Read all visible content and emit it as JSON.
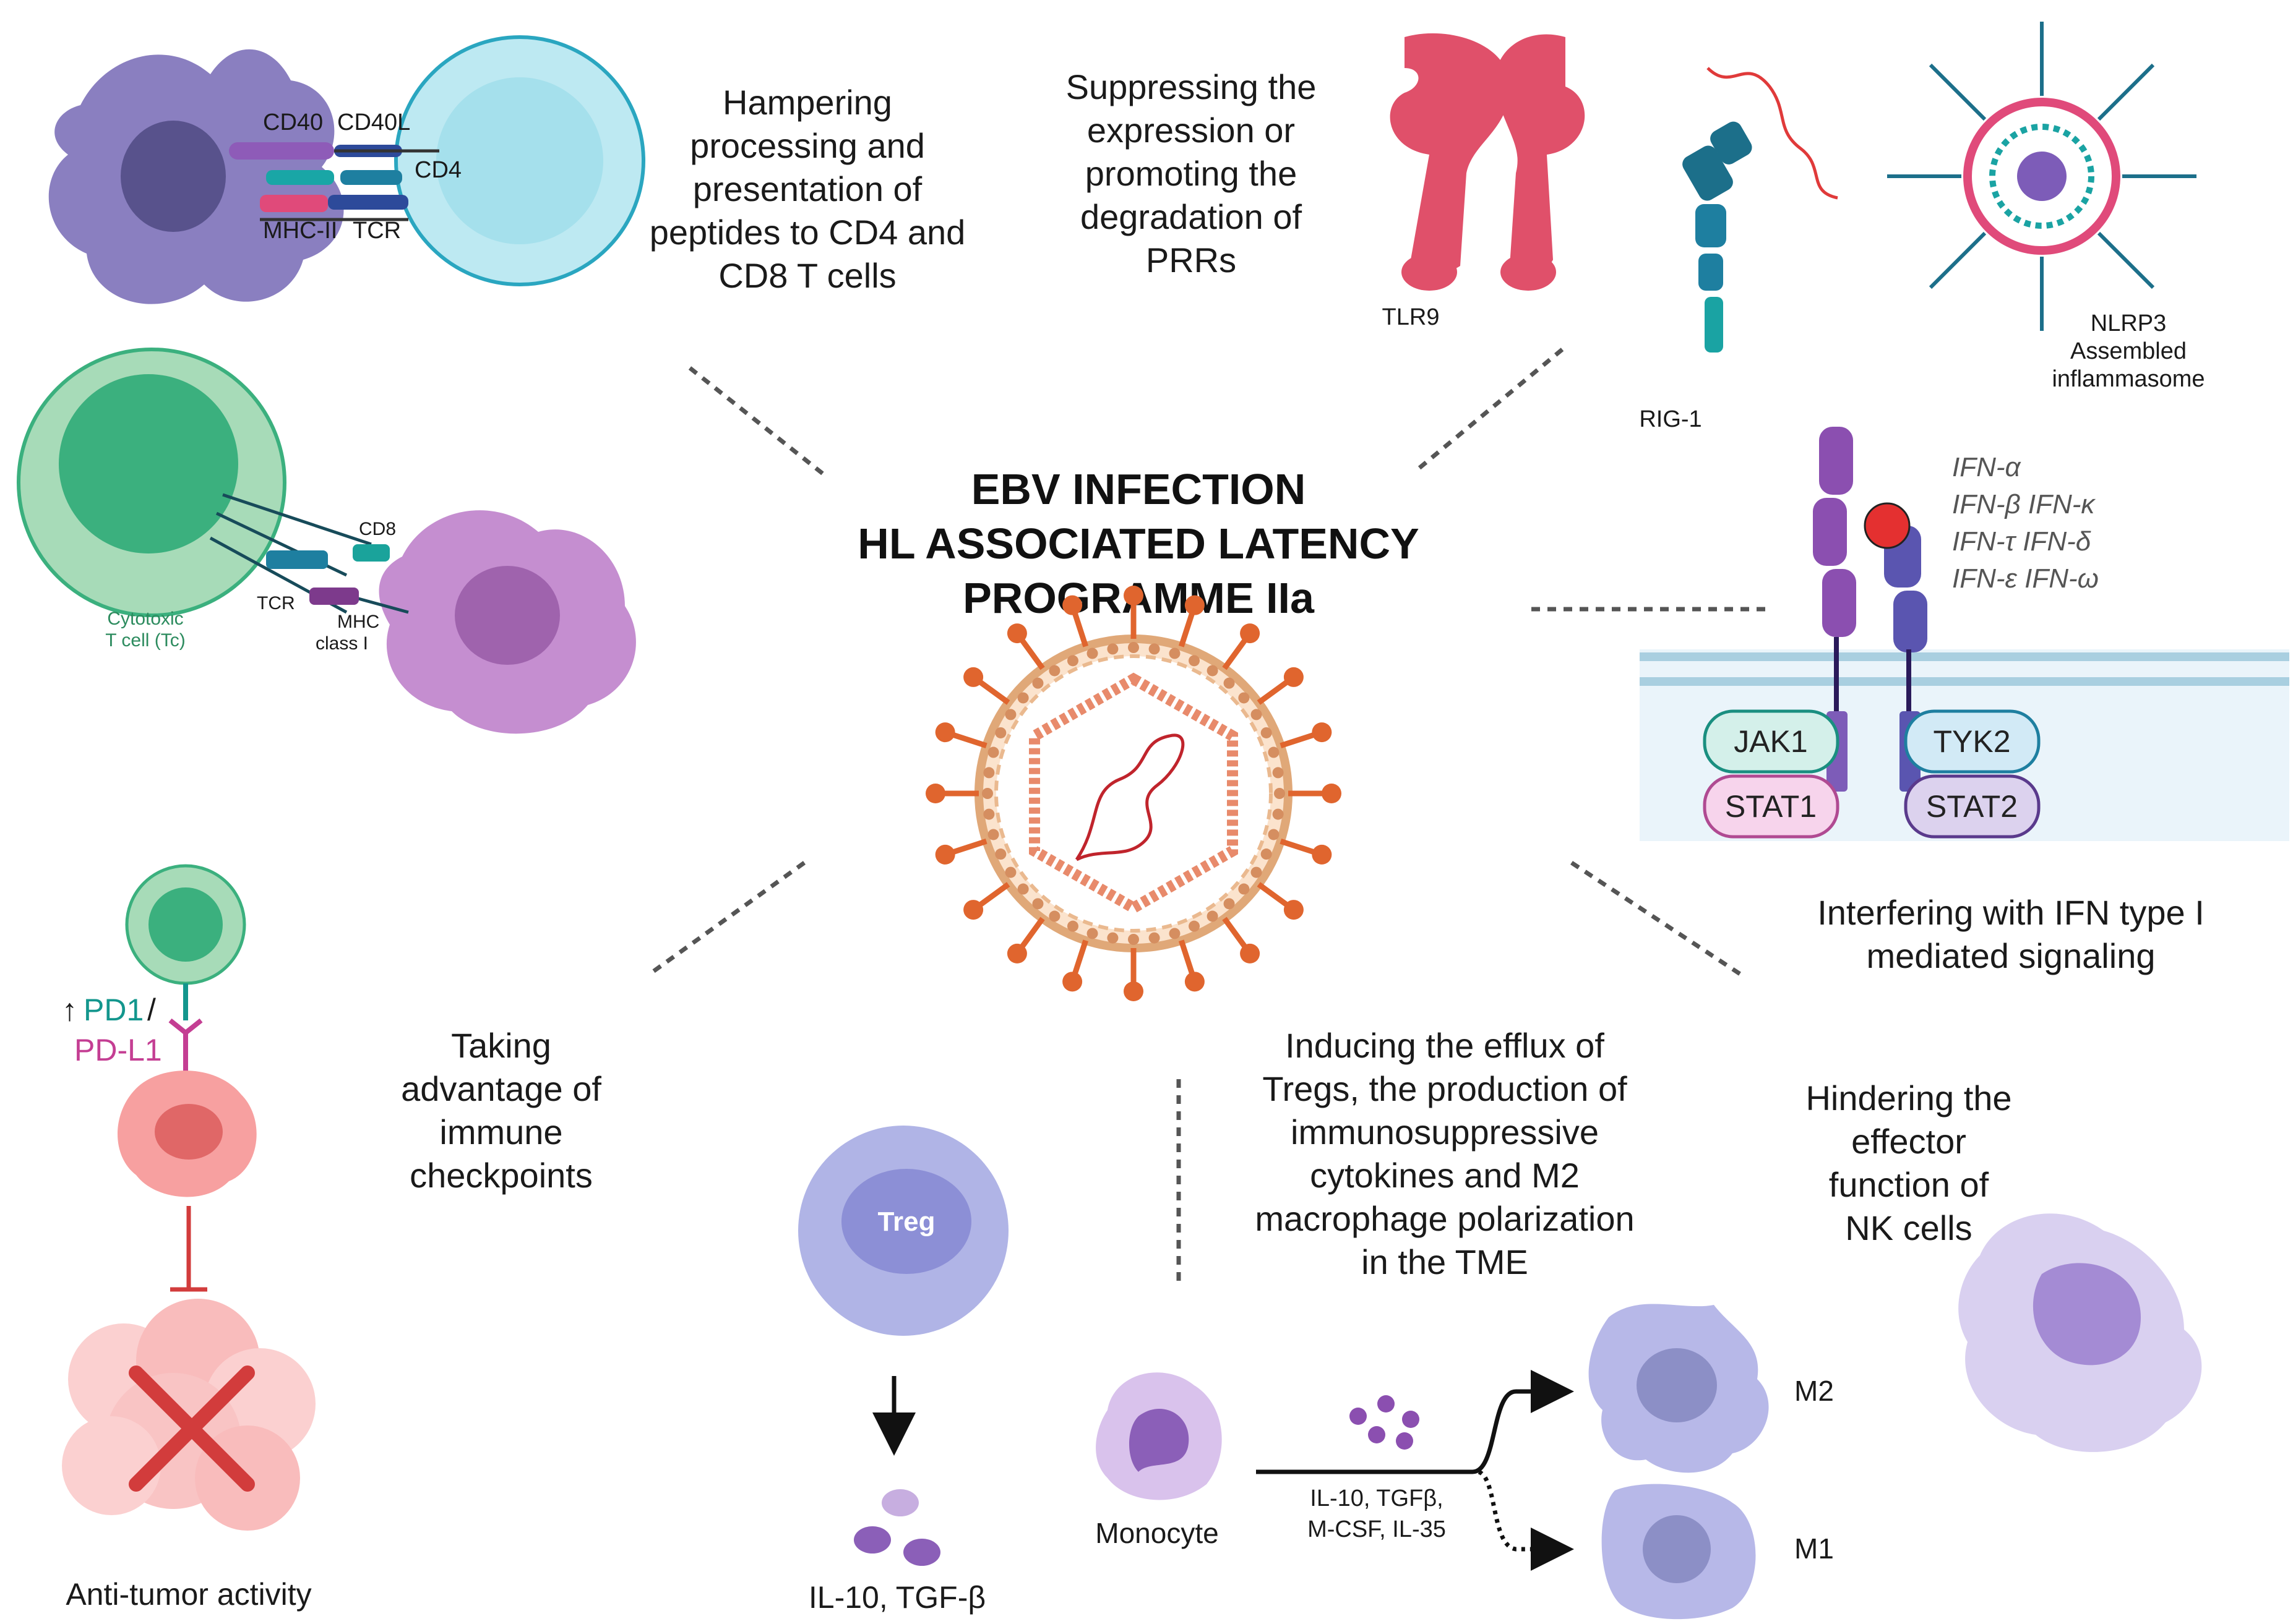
{
  "title": {
    "line1": "EBV INFECTION",
    "line2": "HL ASSOCIATED LATENCY",
    "line3": "PROGRAMME IIa"
  },
  "mechanisms": {
    "antigen_presentation": [
      "Hampering",
      "processing and",
      "presentation of",
      "peptides to CD4 and",
      "CD8 T cells"
    ],
    "prr": [
      "Suppressing the",
      "expression or",
      "promoting the",
      "degradation of",
      "PRRs"
    ],
    "ifn": [
      "Interfering with IFN type I",
      "mediated signaling"
    ],
    "checkpoints": [
      "Taking",
      "advantage of",
      "immune",
      "checkpoints"
    ],
    "tregs": [
      "Inducing the efflux of",
      "Tregs, the production of",
      "immunosuppressive",
      "cytokines and M2",
      "macrophage polarization",
      "in the TME"
    ],
    "nk": [
      "Hindering the",
      "effector",
      "function of",
      "NK cells"
    ]
  },
  "apc_panel": {
    "cd40": "CD40",
    "cd40l": "CD40L",
    "cd4": "CD4",
    "mhc2": "MHC-II",
    "tcr": "TCR"
  },
  "ctl_panel": {
    "cd8": "CD8",
    "tcr": "TCR",
    "mhc1_line1": "MHC",
    "mhc1_line2": "class I",
    "tc_line1": "Cytotoxic",
    "tc_line2": "T cell (Tc)"
  },
  "prr_panel": {
    "tlr9": "TLR9",
    "rig1": "RIG-1",
    "nlrp3_line1": "NLRP3",
    "nlrp3_line2": "Assembled",
    "nlrp3_line3": "inflammasome"
  },
  "ifn_panel": {
    "ifns": [
      "IFN-α",
      "IFN-β  IFN-κ",
      "IFN-τ  IFN-δ",
      "IFN-ε  IFN-ω"
    ],
    "jak1": "JAK1",
    "tyk2": "TYK2",
    "stat1": "STAT1",
    "stat2": "STAT2"
  },
  "checkpoint_panel": {
    "arrow_up": "↑",
    "pd1": "PD1",
    "slash": "/",
    "pdl1": "PD-L1",
    "outcome": "Anti-tumor activity"
  },
  "treg_panel": {
    "treg": "Treg",
    "cytokines": "IL-10, TGF-β"
  },
  "macrophage_panel": {
    "monocyte": "Monocyte",
    "factors_line1": "IL-10, TGFβ,",
    "factors_line2": "M-CSF, IL-35",
    "m2": "M2",
    "m1": "M1"
  },
  "colors": {
    "apc": "#8a7fc0",
    "cd4_cell": "#a9e3ee",
    "ctl": "#3bb07e",
    "target_cell": "#c58ed0",
    "tlr9": "#e0506a",
    "rig1": "#1c6f8a",
    "virus": "#e0652e",
    "jak1_box": "#d4f0ea",
    "stat1_box": "#f7d4ec",
    "stat2_box": "#dcd2ee",
    "tyk2_box": "#d2eaf6",
    "pd1": "#13968d",
    "pdl1": "#c43e93",
    "tumor": "#f27f7f",
    "inhibit_x": "#d23c3c",
    "treg": "#8c8fd6",
    "monocyte": "#c7aee0",
    "macrophage": "#b7b8e8",
    "nk": "#c4b8e6"
  }
}
